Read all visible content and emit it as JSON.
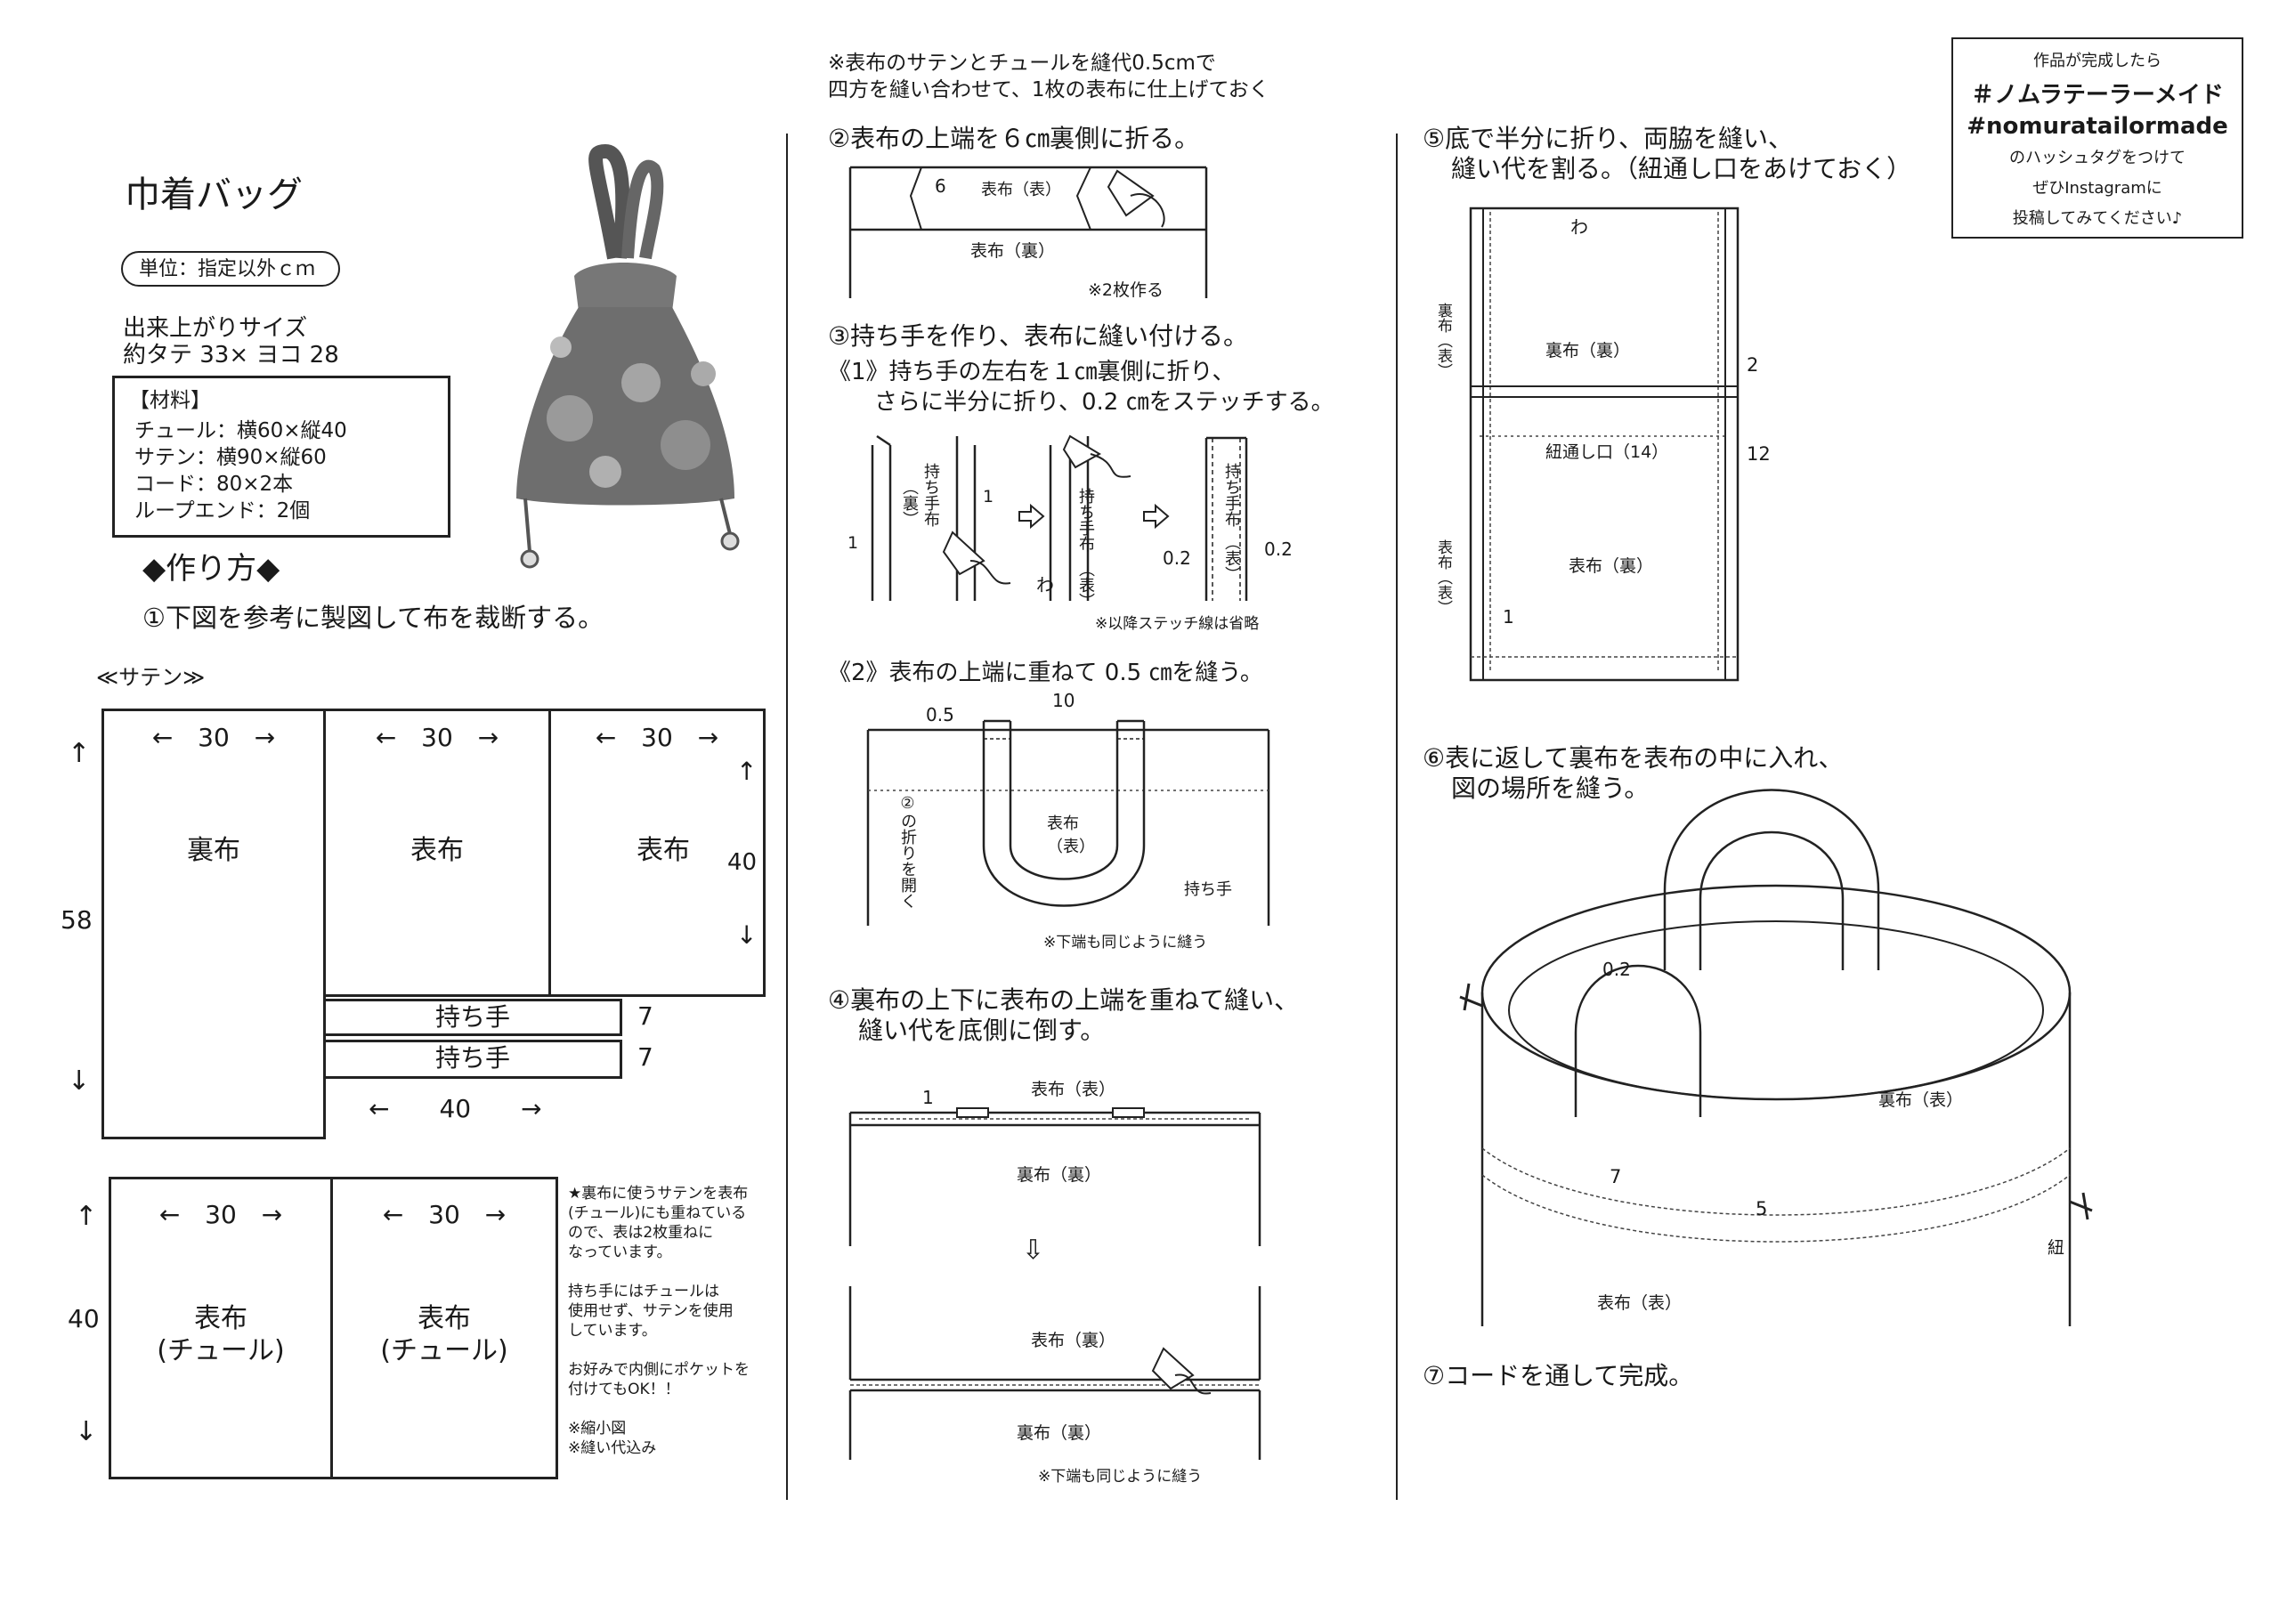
{
  "col1": {
    "title": "巾着バッグ",
    "unit_badge": "単位：指定以外ｃｍ",
    "size_label": "出来上がりサイズ",
    "size_value": "約タテ 33× ヨコ 28",
    "materials": {
      "heading": "【材料】",
      "items": [
        "チュール：横60×縦40",
        "サテン：横90×縦60",
        "コード：80×2本",
        "ループエンド：2個"
      ]
    },
    "how_to": "◆作り方◆",
    "step1": "①下図を参考に製図して布を裁断する。",
    "satin_label": "≪サテン≫",
    "satin": {
      "arrow_up": "↑",
      "arrow_down": "↓",
      "height": "58",
      "cell1_width": "←　30　→",
      "cell1_label": "裏布",
      "cell2_width": "←　30　→",
      "cell2_label": "表布",
      "cell3_width": "←　30　→",
      "cell3_label": "表布",
      "cell3_height": "40",
      "cell3_up": "↑",
      "cell3_down": "↓",
      "handle1": "持ち手",
      "handle1_w": "7",
      "handle2": "持ち手",
      "handle2_w": "7",
      "handle_len": "←　　40　　→"
    },
    "tulle": {
      "arrow_up": "↑",
      "arrow_down": "↓",
      "height": "40",
      "cell1_width": "←　30　→",
      "cell1_label_1": "表布",
      "cell1_label_2": "(チュール)",
      "cell2_width": "←　30　→",
      "cell2_label_1": "表布",
      "cell2_label_2": "(チュール)"
    },
    "notes": [
      "★裏布に使うサテンを表布",
      "(チュール)にも重ねている",
      "ので、表は2枚重ねに",
      "なっています。",
      "",
      "持ち手にはチュールは",
      "使用せず、サテンを使用",
      "しています。",
      "",
      "お好みで内側にポケットを",
      "付けてもOK！！",
      "",
      "※縮小図",
      "※縫い代込み"
    ]
  },
  "col2": {
    "note_line1": "※表布のサテンとチュールを縫代0.5cmで",
    "note_line2": "四方を縫い合わせて、1枚の表布に仕上げておく",
    "step2": "②表布の上端を６㎝裏側に折る。",
    "step2_d": {
      "num": "6",
      "front": "表布（表）",
      "back": "表布（裏）",
      "note": "※2枚作る"
    },
    "step3": "③持ち手を作り、表布に縫い付ける。",
    "step3_1a": "《1》持ち手の左右を１㎝裏側に折り、",
    "step3_1b": "さらに半分に折り、0.2 ㎝をステッチする。",
    "step3_d1": {
      "v1": "持ち手布",
      "v1b": "（裏）",
      "n1": "1",
      "n1b": "1",
      "v2": "持ち手布",
      "v2b": "（表）",
      "wa": "わ",
      "v3": "持ち手布",
      "v3b": "（表）",
      "l02": "0.2",
      "r02": "0.2",
      "note": "※以降ステッチ線は省略"
    },
    "step3_2": "《2》表布の上端に重ねて 0.5 ㎝を縫う。",
    "step3_d2": {
      "n05": "0.5",
      "n10": "10",
      "fold": "②の折りを開く",
      "front1": "表布",
      "front2": "（表）",
      "handle": "持ち手",
      "note": "※下端も同じように縫う"
    },
    "step4a": "④裏布の上下に表布の上端を重ねて縫い、",
    "step4b": "縫い代を底側に倒す。",
    "step4_d": {
      "n1": "1",
      "front": "表布（表）",
      "back": "裏布（裏）",
      "arrow": "⇩",
      "front_back": "表布（裏）",
      "back2": "裏布（裏）",
      "note": "※下端も同じように縫う"
    }
  },
  "col3": {
    "step5a": "⑤底で半分に折り、両脇を縫い、",
    "step5b": "縫い代を割る。（紐通し口をあけておく）",
    "step5_d": {
      "wa": "わ",
      "side1": "裏布（表）",
      "inner1": "裏布（裏）",
      "n2": "2",
      "opening": "紐通し口（14）",
      "n12": "12",
      "side2": "表布（表）",
      "inner2": "表布（裏）",
      "n1": "1"
    },
    "step6a": "⑥表に返して裏布を表布の中に入れ、",
    "step6b": "図の場所を縫う。",
    "step6_d": {
      "n02": "0.2",
      "lining": "裏布（表）",
      "n7": "7",
      "n5": "5",
      "cord": "紐",
      "outer": "表布（表）"
    },
    "step7": "⑦コードを通して完成。"
  },
  "hashtag_box": {
    "line1": "作品が完成したら",
    "line2": "＃ノムラテーラーメイド",
    "line3": "#nomuratailormade",
    "line4": "のハッシュタグをつけて",
    "line5": "ぜひInstagramに",
    "line6": "投稿してみてください♪"
  }
}
